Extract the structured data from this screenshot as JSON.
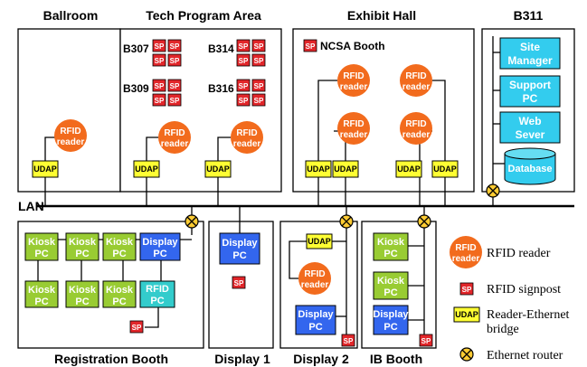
{
  "areas": {
    "ballroom": "Ballroom",
    "tech_program": "Tech Program Area",
    "exhibit_hall": "Exhibit Hall",
    "b311": "B311",
    "registration": "Registration Booth",
    "display1": "Display 1",
    "display2": "Display 2",
    "ib_booth": "IB Booth"
  },
  "lan_label": "LAN",
  "rooms": {
    "b307": "B307",
    "b314": "B314",
    "b309": "B309",
    "b316": "B316"
  },
  "ncsa_booth": "NCSA Booth",
  "devices": {
    "rfid_line1": "RFID",
    "rfid_line2": "reader",
    "udap": "UDAP",
    "sp": "SP",
    "kiosk": "Kiosk",
    "pc": "PC",
    "display": "Display",
    "rfid": "RFID"
  },
  "servers": {
    "site_manager_1": "Site",
    "site_manager_2": "Manager",
    "support_pc_1": "Support",
    "support_pc_2": "PC",
    "web_server_1": "Web",
    "web_server_2": "Sever",
    "database": "Database"
  },
  "legend": {
    "rfid_reader": "RFID reader",
    "rfid_signpost": "RFID signpost",
    "bridge_1": "Reader-Ethernet",
    "bridge_2": "bridge",
    "router": "Ethernet router"
  },
  "colors": {
    "rfid_orange": "#f26b1d",
    "sp_red": "#e2262a",
    "udap_yellow": "#ffff33",
    "kiosk_green": "#99cc33",
    "display_blue": "#3366ee",
    "server_cyan": "#33ccee",
    "rfid_pc_teal": "#33cccc",
    "router_gold": "#ffcc33"
  }
}
